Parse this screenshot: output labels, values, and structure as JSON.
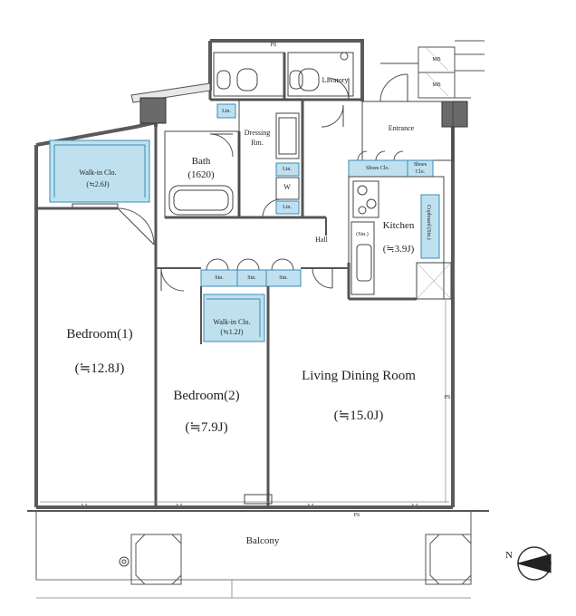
{
  "rooms": {
    "bedroom1": {
      "name": "Bedroom(1)",
      "area": "(≒12.8J)"
    },
    "bedroom2": {
      "name": "Bedroom(2)",
      "area": "(≒7.9J)"
    },
    "ldk": {
      "name": "Living Dining Room",
      "area": "(≒15.0J)"
    },
    "kitchen": {
      "name": "Kitchen",
      "area": "(≒3.9J)"
    },
    "bath": {
      "name": "Bath",
      "size": "(1620)"
    },
    "dressing": {
      "name": "Dressing",
      "name2": "Rm."
    },
    "lavatory": "Lavatory",
    "entrance": "Entrance",
    "hall": "Hall",
    "balcony": "Balcony",
    "wic1": {
      "name": "Walk-in Clo.",
      "area": "(≒2.6J)"
    },
    "wic2": {
      "name": "Walk-in Clo.",
      "area": "(≒1.2J)"
    }
  },
  "storage": {
    "shoes1": "Shoes Clo.",
    "shoes2a": "Shoes",
    "shoes2b": "Clo.",
    "cupboard": "Cupboard (Stn.)",
    "stn_kitchen": "(Stn.)",
    "stn1": "Stn.",
    "stn2": "Stn.",
    "stn3": "Stn.",
    "lin1": "Lin.",
    "lin2": "Lin.",
    "lin3": "Lin.",
    "washer": "W"
  },
  "marks": {
    "ps_top": "PS",
    "ps_right": "PS",
    "ps_bottom": "PS",
    "mb1": "MB",
    "mb2": "MB",
    "north": "N"
  },
  "colors": {
    "wall": "#5a5a5a",
    "line": "#444444",
    "storage_fill": "#bfe1ef",
    "storage_stroke": "#3a8bb5"
  }
}
